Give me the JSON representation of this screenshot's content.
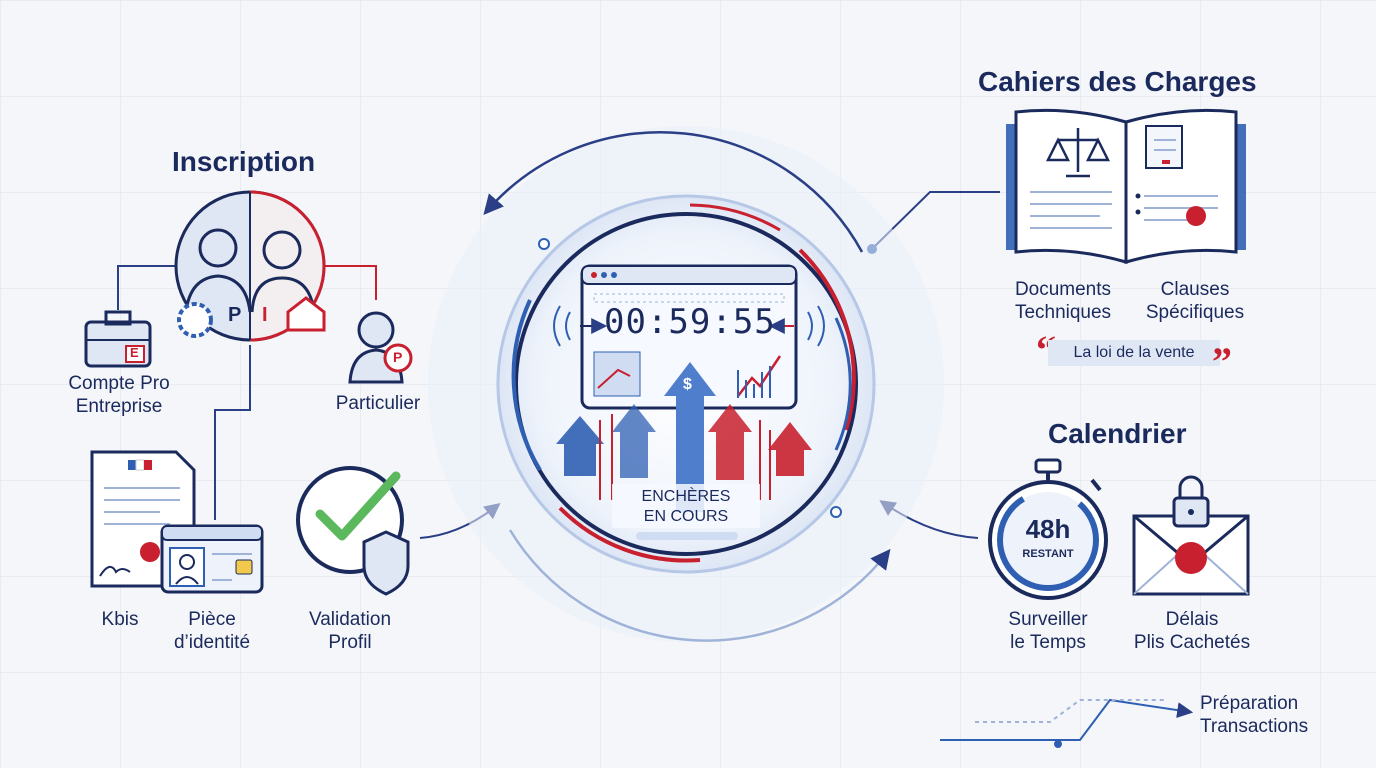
{
  "sections": {
    "inscription": {
      "title": "Inscription",
      "compte_pro": "Compte Pro\nEntreprise",
      "particulier": "Particulier",
      "kbis": "Kbis",
      "piece_identite": "Pièce\nd’identité",
      "validation": "Validation\nProfil",
      "avatar_letters": [
        "P",
        "I"
      ],
      "badge_letters": [
        "E",
        "P"
      ]
    },
    "center": {
      "timer": "00:59:55",
      "label": "ENCHÈRES\nEN COURS",
      "currency": "$"
    },
    "cahiers": {
      "title": "Cahiers des Charges",
      "documents": "Documents\nTechniques",
      "clauses": "Clauses\nSpécifiques",
      "quote": "La loi de la vente",
      "quote_open": "“",
      "quote_close": "”"
    },
    "calendrier": {
      "title": "Calendrier",
      "stopwatch_big": "48h",
      "stopwatch_small": "RESTANT",
      "surveiller": "Surveiller\nle Temps",
      "delais": "Délais\nPlis Cachetés"
    },
    "footer": {
      "preparation": "Préparation\nTransactions"
    }
  },
  "colors": {
    "navy": "#1b2a5c",
    "blue": "#2f5fb3",
    "light_blue": "#cfdcf2",
    "red": "#c8202e",
    "green": "#5cb85c"
  }
}
